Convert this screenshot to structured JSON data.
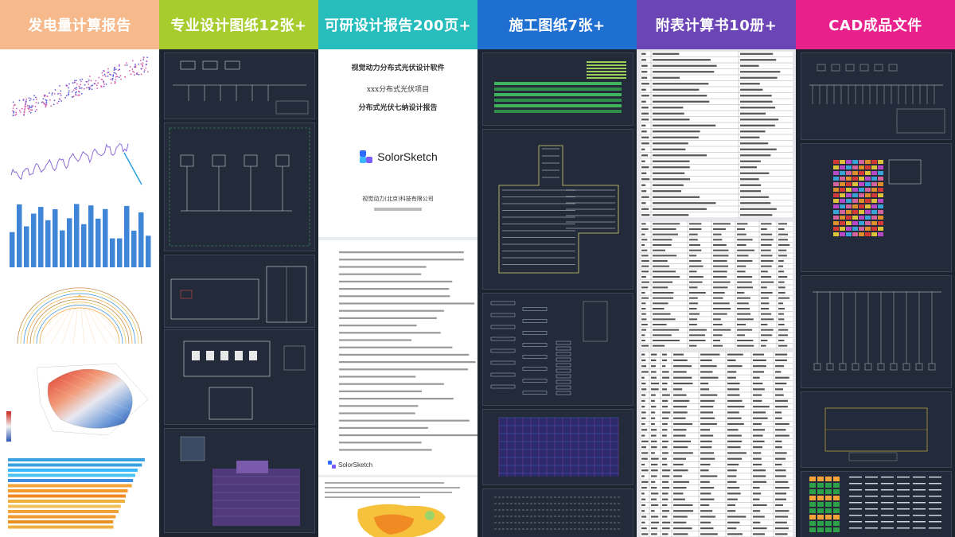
{
  "columns": [
    {
      "title": "发电量计算报告",
      "color": "#f5b98b"
    },
    {
      "title": "专业设计图纸12张+",
      "color": "#a6cc2e"
    },
    {
      "title": "可研设计报告200页+",
      "color": "#27bdbd"
    },
    {
      "title": "施工图纸7张+",
      "color": "#1f6fd1"
    },
    {
      "title": "附表计算书10册+",
      "color": "#6b45b5"
    },
    {
      "title": "CAD成品文件",
      "color": "#e8208c"
    }
  ],
  "report": {
    "line1": "视觉动力分布式光伏设计软件",
    "line2": "xxx分布式光伏项目",
    "line3": "分布式光伏七纳设计报告",
    "brand": "SolorSketch",
    "company": "视觉动力(北京)科技有限公司",
    "brand_small": "SolorSketch"
  },
  "colors": {
    "bg_dark": "#1d2430",
    "brand_blue": "#2d6bff"
  }
}
